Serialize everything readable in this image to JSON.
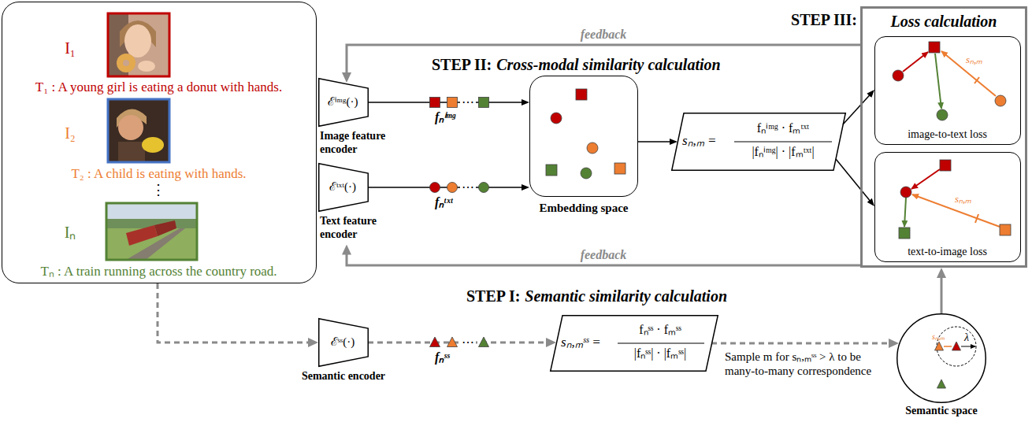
{
  "diagram": {
    "nodes": [
      {
        "text": [
          "I₁",
          "T₁ : A young girl is eating a donut with hands.",
          "I₂",
          "T₂ : A child is eating with hands.",
          "⋮",
          "Iₙ",
          "Tₙ : A train running across the country road."
        ]
      },
      {
        "text": [
          "ℰⁱᵐᵍ(·)",
          "Image feature encoder"
        ]
      },
      {
        "text": [
          "ℰᵗˣᵗ(·)",
          "Text feature encoder"
        ]
      },
      {
        "text": [
          "Embedding space"
        ]
      },
      {
        "text": [
          "sₙ,ₘ =",
          "fₙⁱᵐᵍ · fₘᵗˣᵗ",
          "|fₙⁱᵐᵍ| · |fₘᵗˣᵗ|"
        ]
      },
      {
        "text": [
          "STEP III:",
          "Loss calculation"
        ]
      },
      {
        "text": [
          "image-to-text loss"
        ],
        "in": 5
      },
      {
        "text": [
          "text-to-image loss"
        ],
        "in": 5
      },
      {
        "text": [
          "ℰˢˢ(·)",
          "Semantic encoder"
        ]
      },
      {
        "text": [
          "sₙ,ₘˢˢ =",
          "fₙˢˢ · fₘˢˢ",
          "|fₙˢˢ| · |fₘˢˢ|"
        ]
      },
      {
        "text": [
          "Semantic space"
        ]
      }
    ],
    "edges": [
      {
        "from": 1,
        "to": 3,
        "arrow": "to"
      },
      {
        "from": 2,
        "to": 3,
        "arrow": "to"
      },
      {
        "from": 3,
        "to": 4,
        "arrow": "to"
      },
      {
        "from": 4,
        "to": 6,
        "arrow": "to"
      },
      {
        "from": 4,
        "to": 7,
        "arrow": "to"
      },
      {
        "from": 5,
        "to": 1,
        "label": "feedback",
        "arrow": "to"
      },
      {
        "from": 5,
        "to": 2,
        "label": "feedback",
        "arrow": "to"
      },
      {
        "from": 0,
        "to": 8,
        "arrow": "to"
      },
      {
        "from": 8,
        "to": 9,
        "arrow": "to"
      },
      {
        "from": 9,
        "to": 10,
        "arrow": "to"
      },
      {
        "from": 10,
        "to": 5,
        "arrow": "to"
      }
    ],
    "labels": [
      "STEP II:",
      "Cross-modal similarity calculation",
      "fₙⁱᵐᵍ",
      "⋯",
      "fₙᵗˣᵗ",
      "⋯",
      "sₙ,ₘ",
      "sₙ,ₘ",
      "STEP I:",
      "Semantic similarity calculation",
      "fₙˢˢ",
      "⋯",
      "Sample m for sₙ,ₘˢˢ > λ to be many-to-many correspondence",
      "sₙ,ₘ",
      "λ"
    ]
  }
}
